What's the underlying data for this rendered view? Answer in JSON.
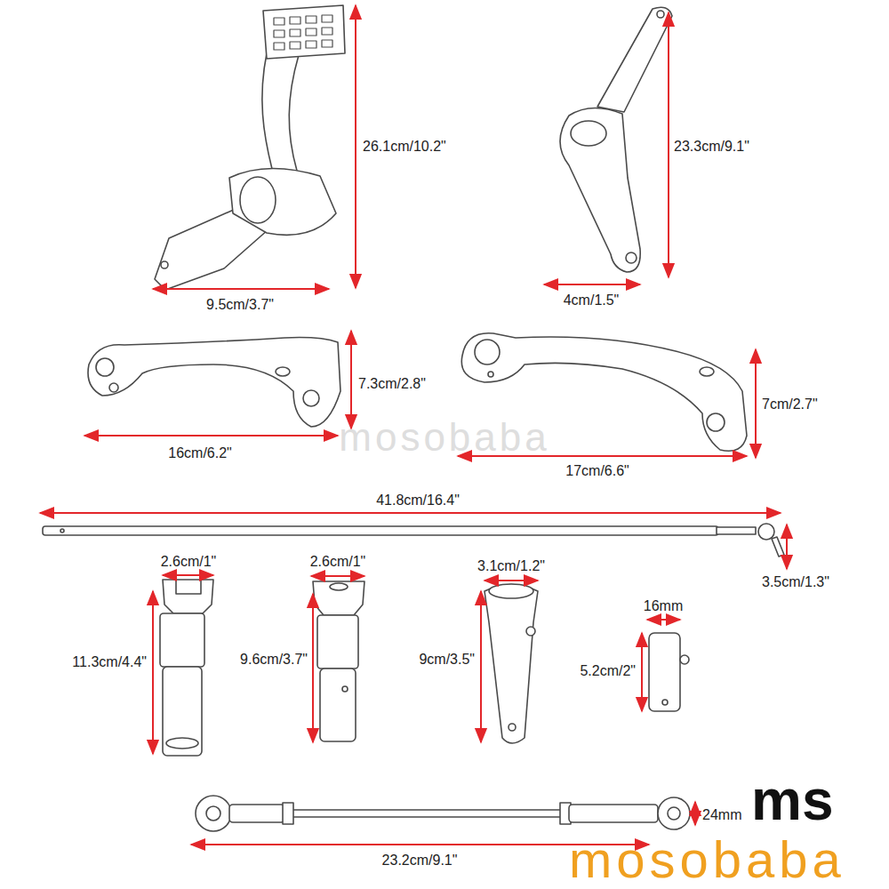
{
  "diagram": {
    "labels": [
      "26.1cm/10.2\"",
      "9.5cm/3.7\"",
      "23.3cm/9.1\"",
      "4cm/1.5\"",
      "7.3cm/2.8\"",
      "16cm/6.2\"",
      "7cm/2.7\"",
      "17cm/6.6\"",
      "41.8cm/16.4\"",
      "3.5cm/1.3\"",
      "2.6cm/1\"",
      "11.3cm/4.4\"",
      "2.6cm/1\"",
      "9.6cm/3.7\"",
      "3.1cm/1.2\"",
      "9cm/3.5\"",
      "16mm",
      "5.2cm/2\"",
      "24mm",
      "23.2cm/9.1\"",
      "mosobaba",
      "ms",
      "mosobaba"
    ]
  }
}
